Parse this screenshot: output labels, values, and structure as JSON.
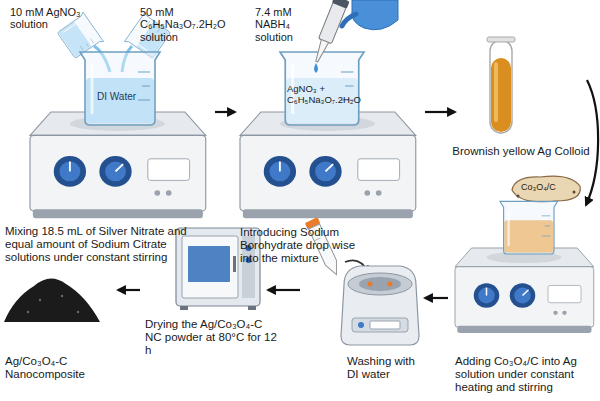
{
  "diagram": {
    "nodes": [
      {
        "text": [
          "Mixing 18.5 mL of Silver Nitrate and equal amount of Sodium Citrate solutions under constant stirring"
        ]
      },
      {
        "text": [
          "Introducing Sodium Borohydrate drop wise into the mixture"
        ]
      },
      {
        "text": [
          "Brownish yellow Ag Colloid"
        ]
      },
      {
        "text": [
          "Adding Co₃O₄/C into Ag solution under constant heating and stirring"
        ]
      },
      {
        "text": [
          "Washing with DI water"
        ]
      },
      {
        "text": [
          "Drying the Ag/Co₃O₄-C NC powder at 80°C for 12 h"
        ]
      },
      {
        "text": [
          "Ag/Co₃O₄-C Nanocomposite"
        ]
      }
    ],
    "edges": [
      {
        "from": 0,
        "to": 1,
        "arrow": "to"
      },
      {
        "from": 1,
        "to": 2,
        "arrow": "to"
      },
      {
        "from": 2,
        "to": 3,
        "arrow": "to"
      },
      {
        "from": 3,
        "to": 4,
        "arrow": "to"
      },
      {
        "from": 4,
        "to": 5,
        "arrow": "to"
      },
      {
        "from": 5,
        "to": 6,
        "arrow": "to"
      }
    ],
    "labels": [
      "10 mM AgNO₃ solution",
      "50 mM C₆H₅Na₃O₇.2H₂O solution",
      "DI Water",
      "7.4 mM NABH₄ solution",
      "AgNO₃ + C₆H₅Na₃O₇.2H₂O",
      "Co₃O₄/C"
    ]
  }
}
